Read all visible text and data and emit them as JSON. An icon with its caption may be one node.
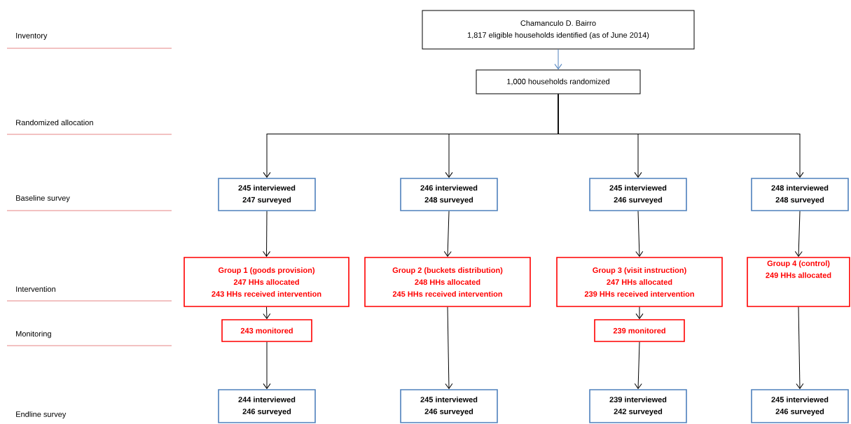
{
  "diagram": {
    "nodes": [
      {
        "text": [
          "Chamanculo D. Bairro",
          "1,817 eligible households identified (as of June 2014)"
        ]
      },
      {
        "text": [
          "1,000 households randomized"
        ]
      },
      {
        "text": [
          "245 interviewed",
          "247 surveyed"
        ]
      },
      {
        "text": [
          "246 interviewed",
          "248 surveyed"
        ]
      },
      {
        "text": [
          "245 interviewed",
          "246 surveyed"
        ]
      },
      {
        "text": [
          "248 interviewed",
          "248 surveyed"
        ]
      },
      {
        "text": [
          "Group 1 (goods provision)",
          "247 HHs allocated",
          "243 HHs received intervention"
        ]
      },
      {
        "text": [
          "Group 2 (buckets distribution)",
          "248 HHs allocated",
          "245 HHs received intervention"
        ]
      },
      {
        "text": [
          "Group 3 (visit instruction)",
          "247 HHs allocated",
          "239 HHs received intervention"
        ]
      },
      {
        "text": [
          "Group 4 (control)",
          "249 HHs allocated"
        ]
      },
      {
        "text": [
          "243 monitored"
        ]
      },
      {
        "text": [
          "239 monitored"
        ]
      },
      {
        "text": [
          "244 interviewed",
          "246 surveyed"
        ]
      },
      {
        "text": [
          "245 interviewed",
          "246 surveyed"
        ]
      },
      {
        "text": [
          "239 interviewed",
          "242 surveyed"
        ]
      },
      {
        "text": [
          "245 interviewed",
          "246 surveyed"
        ]
      }
    ],
    "edges": [
      {
        "from": 0,
        "to": 1,
        "arrow": "to",
        "color": "#4f81bd"
      },
      {
        "from": 1,
        "to": 2,
        "arrow": "to"
      },
      {
        "from": 1,
        "to": 3,
        "arrow": "to"
      },
      {
        "from": 1,
        "to": 4,
        "arrow": "to"
      },
      {
        "from": 1,
        "to": 5,
        "arrow": "to"
      },
      {
        "from": 2,
        "to": 6,
        "arrow": "to"
      },
      {
        "from": 3,
        "to": 7,
        "arrow": "to"
      },
      {
        "from": 4,
        "to": 8,
        "arrow": "to"
      },
      {
        "from": 5,
        "to": 9,
        "arrow": "to"
      },
      {
        "from": 6,
        "to": 10,
        "arrow": "to"
      },
      {
        "from": 8,
        "to": 11,
        "arrow": "to"
      },
      {
        "from": 10,
        "to": 12,
        "arrow": "to"
      },
      {
        "from": 7,
        "to": 13,
        "arrow": "to"
      },
      {
        "from": 11,
        "to": 14,
        "arrow": "to"
      },
      {
        "from": 9,
        "to": 15,
        "arrow": "to"
      }
    ],
    "labels": [
      "Inventory",
      "Randomized allocation",
      "Baseline survey",
      "Intervention",
      "Monitoring",
      "Endline survey"
    ]
  }
}
